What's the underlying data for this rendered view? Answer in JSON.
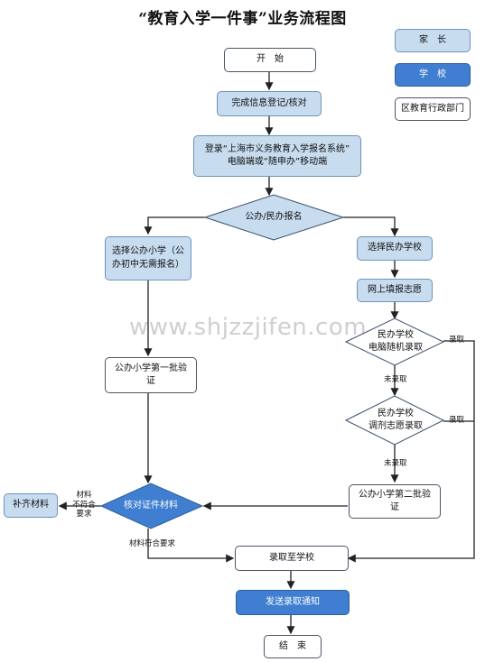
{
  "title": "“教育入学一件事”业务流程图",
  "legend": {
    "family": "家　长",
    "school": "学　校",
    "district": "区教育行政部门"
  },
  "nodes": {
    "start": "开　始",
    "info_register": "完成信息登记/核对",
    "login_system_line1": "登录“上海市义务教育入学报名系统”",
    "login_system_line2": "电脑端或“随申办”移动端",
    "decision_public_private": "公办/民办报名",
    "choose_public": "选择公办小学（公办初中无需报名）",
    "choose_private": "选择民办学校",
    "fill_wish": "网上填报志愿",
    "private_random_line1": "民办学校",
    "private_random_line2": "电脑随机录取",
    "private_adjust_line1": "民办学校",
    "private_adjust_line2": "调剂志愿录取",
    "public_first_verify": "公办小学第一批验证",
    "public_second_verify": "公办小学第二批验证",
    "check_materials": "核对证件材料",
    "supplement": "补齐材料",
    "admitted": "录取至学校",
    "send_notice": "发送录取通知",
    "end": "结　束"
  },
  "edge_labels": {
    "admit1": "录取",
    "not_admit1": "未录取",
    "admit2": "录取",
    "not_admit2": "未录取",
    "material_fail_1": "材料",
    "material_fail_2": "不符合",
    "material_fail_3": "要求",
    "material_ok": "材料符合要求"
  },
  "watermark": "www.shjzzjifen.com",
  "colors": {
    "family": "#c7dcef",
    "school": "#3f7ed0",
    "district": "#ffffff",
    "line": "#222222"
  }
}
